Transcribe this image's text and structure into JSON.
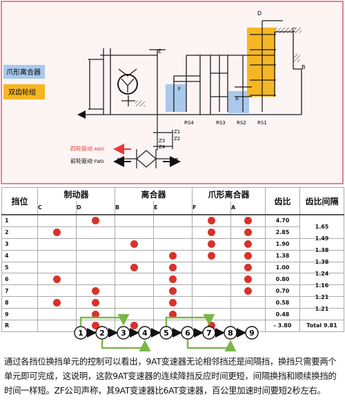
{
  "schematic": {
    "legend": {
      "dog_clutch": "爪形离合器",
      "gearset": "双齿轮组"
    },
    "labels": {
      "D": "D",
      "C": "C",
      "B": "B",
      "E": "E",
      "F": "F",
      "A": "A",
      "RS4": "RS4",
      "RS3": "RS3",
      "RS2": "RS2",
      "RS1": "RS1",
      "Z1": "Z1",
      "Z2": "Z2",
      "Z3": "Z3",
      "Z4": "Z4"
    },
    "drive": {
      "awd_label": "四轮驱动",
      "awd_code": "AWD",
      "fwd_label": "前轮驱动",
      "fwd_code": "FWD"
    },
    "colors": {
      "border": "#e05a6a",
      "panel": "#fdf4f4",
      "dog_clutch": "#a9c8ec",
      "gearset": "#f6b624",
      "arrow": "#e53935"
    }
  },
  "table": {
    "headers": {
      "gear": "挡位",
      "brake": "制动器",
      "clutch": "离合器",
      "dog": "爪形离合器",
      "ratio": "齿比",
      "step": "齿比间隔"
    },
    "subheaders": {
      "C": "C",
      "D": "D",
      "B": "B",
      "E": "E",
      "F": "F",
      "A": "A"
    },
    "rows": [
      {
        "gear": "1",
        "ratio": "4.70",
        "on": [
          "D",
          "F",
          "A"
        ]
      },
      {
        "gear": "2",
        "ratio": "2.85",
        "on": [
          "C",
          "F",
          "A"
        ]
      },
      {
        "gear": "3",
        "ratio": "1.90",
        "on": [
          "B",
          "F",
          "A"
        ]
      },
      {
        "gear": "4",
        "ratio": "1.38",
        "on": [
          "E",
          "F",
          "A"
        ]
      },
      {
        "gear": "5",
        "ratio": "1.00",
        "on": [
          "B",
          "E",
          "A"
        ]
      },
      {
        "gear": "6",
        "ratio": "0.80",
        "on": [
          "C",
          "E",
          "A"
        ]
      },
      {
        "gear": "7",
        "ratio": "0.70",
        "on": [
          "D",
          "E",
          "A"
        ]
      },
      {
        "gear": "8",
        "ratio": "0.58",
        "on": [
          "C",
          "D",
          "E"
        ]
      },
      {
        "gear": "9",
        "ratio": "0.48",
        "on": [
          "D",
          "E"
        ]
      },
      {
        "gear": "R",
        "ratio": "- 3.80",
        "on": [
          "D",
          "B",
          "F"
        ]
      }
    ],
    "steps": [
      "1.65",
      "1.49",
      "1.38",
      "1.38",
      "1.24",
      "1.16",
      "1.21",
      "1.21"
    ],
    "total": "Total 9.81",
    "dot_color": "#d8322b"
  },
  "flow": {
    "gears": [
      "1",
      "2",
      "3",
      "4",
      "5",
      "6",
      "7",
      "8",
      "9"
    ],
    "hops": [
      [
        1,
        3
      ],
      [
        2,
        4
      ],
      [
        5,
        7
      ],
      [
        6,
        8
      ]
    ],
    "arrow_color": "#7ab648"
  },
  "caption": "通过各挡位换挡单元的控制可以看出，9AT变速器无论相邻挡还是间隔挡，换挡只需要两个单元即可完成，这说明，这款9AT变速器的连续降挡反应时间更短，间隔换挡和顺续换挡的时间一样短。ZF公司声称，其9AT变速器比6AT变速器，百公里加速时间要短2秒左右。"
}
